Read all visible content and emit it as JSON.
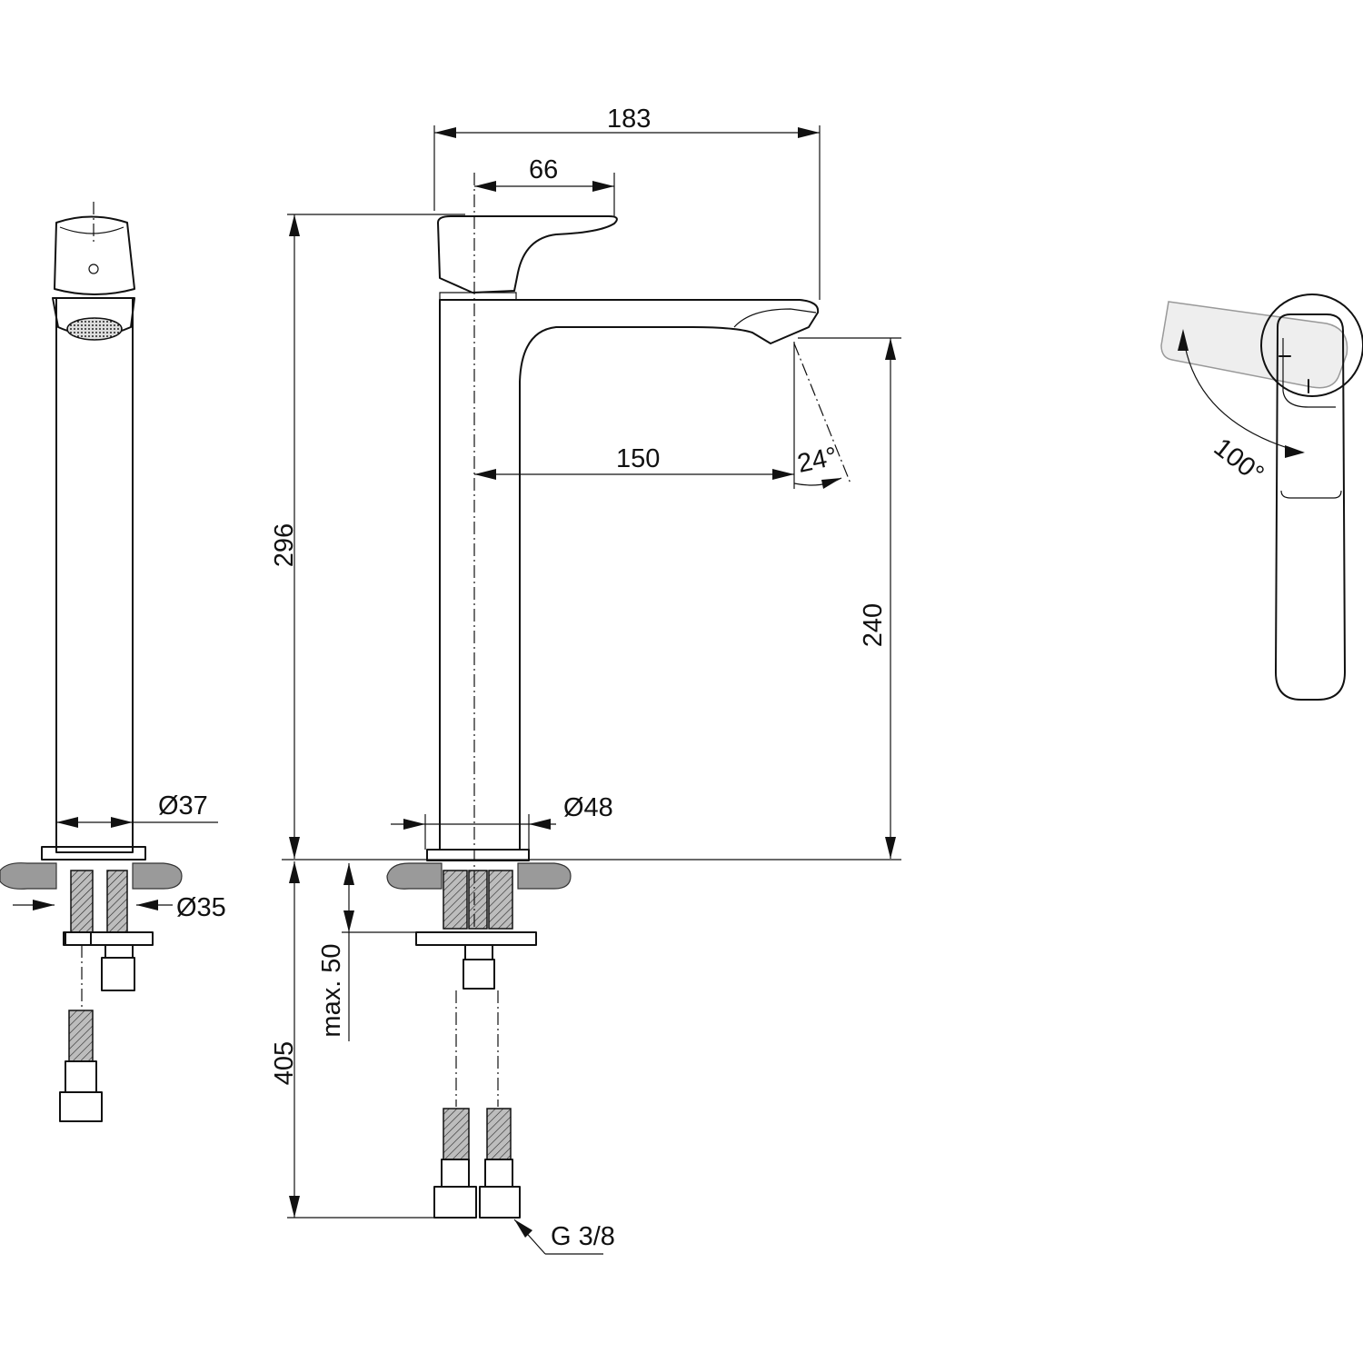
{
  "dimensions": {
    "width_total": "183",
    "lever_offset": "66",
    "reach": "150",
    "angle_spout": "24°",
    "height_total": "296",
    "height_outlet": "240",
    "dia_body": "Ø48",
    "dia_front": "Ø37",
    "dia_hole": "Ø35",
    "max_thickness": "max. 50",
    "hose_length": "405",
    "connection": "G 3/8",
    "handle_angle": "100°"
  }
}
